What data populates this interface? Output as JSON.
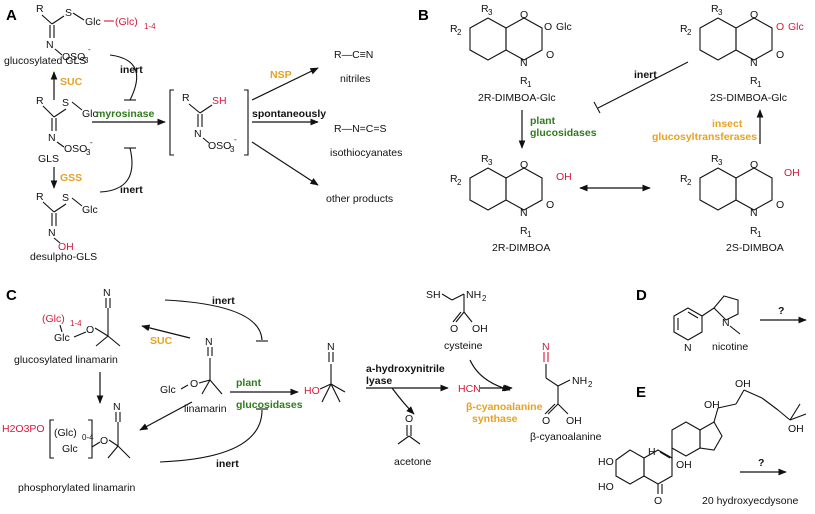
{
  "colors": {
    "red": "#d6183a",
    "orange": "#e8a21f",
    "green": "#2e7d1a"
  },
  "panels": {
    "a": {
      "letter": "A",
      "glucosylated_gls": "glucosylated GLS",
      "gls": "GLS",
      "desulpho_gls": "desulpho-GLS",
      "suc": "SUC",
      "gss": "GSS",
      "inert_top": "inert",
      "inert_bottom": "inert",
      "myrosinase": "myrosinase",
      "nsp": "NSP",
      "spontaneously": "spontaneously",
      "nitriles": "nitriles",
      "isothiocyanates": "isothiocyanates",
      "other_products": "other products",
      "frag_glc_chain": "(Glc)",
      "frag_glc_sub": "1-4",
      "frag_glc": "Glc",
      "frag_r": "R",
      "frag_s": "S",
      "frag_sh": "SH",
      "frag_n": "N",
      "frag_oso3": "OSO",
      "frag_3": "3",
      "frag_minus": "-",
      "frag_oh": "OH",
      "frag_nitrile": "R—C≡N",
      "frag_itc": "R—N=C=S"
    },
    "b": {
      "letter": "B",
      "dimboa_glc_2r": "2R-DIMBOA-Glc",
      "dimboa_glc_2s": "2S-DIMBOA-Glc",
      "dimboa_2r": "2R-DIMBOA",
      "dimboa_2s": "2S-DIMBOA",
      "plant": "plant",
      "glucosidases": "glucosidases",
      "insect": "insect",
      "glucosyltransferases": "glucosyltransferases",
      "inert": "inert",
      "frag_r1": "R",
      "frag_r2": "R",
      "frag_r3": "R",
      "sub1": "1",
      "sub2": "2",
      "sub3": "3",
      "frag_o": "O",
      "frag_n": "N",
      "frag_glc": "Glc",
      "frag_oh": "OH"
    },
    "c": {
      "letter": "C",
      "glucosylated_linamarin": "glucosylated linamarin",
      "linamarin": "linamarin",
      "phosphorylated_linamarin": "phosphorylated linamarin",
      "suc": "SUC",
      "inert_top": "inert",
      "inert_bottom": "inert",
      "plant": "plant",
      "glucosidases": "glucosidases",
      "a_hydroxynitrile": "a-hydroxynitrile",
      "lyase": "lyase",
      "hcn": "HCN",
      "acetone": "acetone",
      "cysteine": "cysteine",
      "b_cyanoalanine_synthase_1": "β-cyanoalanine",
      "b_cyanoalanine_synthase_2": "synthase",
      "b_cyanoalanine": "β-cyanoalanine",
      "frag_glc_chain": "(Glc)",
      "frag_sub14": "1-4",
      "frag_sub04": "0-4",
      "frag_glc": "Glc",
      "frag_o": "O",
      "frag_n": "N",
      "frag_ho": "HO",
      "frag_sh": "SH",
      "frag_nh2": "NH",
      "frag_2": "2",
      "frag_oh": "OH",
      "frag_h2o3po": "H2O3PO"
    },
    "d": {
      "letter": "D",
      "nicotine": "nicotine",
      "question": "?",
      "frag_n": "N"
    },
    "e": {
      "letter": "E",
      "compound": "20 hydroxyecdysone",
      "question": "?",
      "frag_oh": "OH",
      "frag_ho": "HO",
      "frag_h": "H",
      "frag_o": "O"
    }
  }
}
